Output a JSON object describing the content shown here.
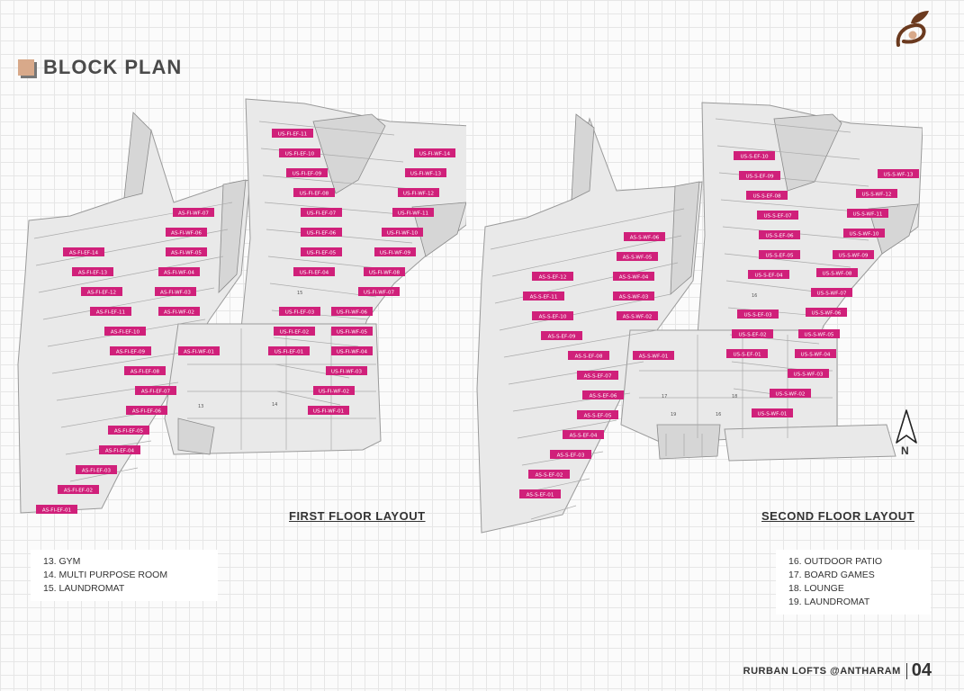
{
  "header": {
    "title": "BLOCK PLAN"
  },
  "first_floor": {
    "caption": "FIRST FLOOR LAYOUT",
    "legend": [
      "13.  GYM",
      "14.  MULTI PURPOSE ROOM",
      "15. LAUNDROMAT"
    ],
    "rooms": [
      "AS-FI-EF-14",
      "AS-FI-EF-13",
      "AS-FI-EF-12",
      "AS-FI-EF-11",
      "AS-FI-EF-10",
      "AS-FI-EF-09",
      "AS-FI-EF-08",
      "AS-FI-EF-07",
      "AS-FI-EF-06",
      "AS-FI-EF-05",
      "AS-FI-EF-04",
      "AS-FI-EF-03",
      "AS-FI-EF-02",
      "AS-FI-EF-01",
      "AS-FI-WF-07",
      "AS-FI-WF-06",
      "AS-FI-WF-05",
      "AS-FI-WF-04",
      "AS-FI-WF-03",
      "AS-FI-WF-02",
      "AS-FI-WF-01",
      "US-FI-EF-11",
      "US-FI-EF-10",
      "US-FI-EF-09",
      "US-FI-EF-08",
      "US-FI-EF-07",
      "US-FI-EF-06",
      "US-FI-EF-05",
      "US-FI-EF-04",
      "US-FI-EF-03",
      "US-FI-EF-02",
      "US-FI-EF-01",
      "US-FI-WF-14",
      "US-FI-WF-13",
      "US-FI-WF-12",
      "US-FI-WF-11",
      "US-FI-WF-10",
      "US-FI-WF-09",
      "US-FI-WF-08",
      "US-FI-WF-07",
      "US-FI-WF-06",
      "US-FI-WF-05",
      "US-FI-WF-04",
      "US-FI-WF-03",
      "US-FI-WF-02",
      "US-FI-WF-01"
    ],
    "area_numbers": [
      "15",
      "13",
      "14"
    ]
  },
  "second_floor": {
    "caption": "SECOND  FLOOR LAYOUT",
    "legend": [
      "16.  OUTDOOR PATIO",
      "17.  BOARD GAMES",
      "18.  LOUNGE",
      "19.  LAUNDROMAT"
    ],
    "rooms": [
      "AS-S-EF-12",
      "AS-S-EF-11",
      "AS-S-EF-10",
      "AS-S-EF-09",
      "AS-S-EF-08",
      "AS-S-EF-07",
      "AS-S-EF-06",
      "AS-S-EF-05",
      "AS-S-EF-04",
      "AS-S-EF-03",
      "AS-S-EF-02",
      "AS-S-EF-01",
      "AS-S-WF-06",
      "AS-S-WF-05",
      "AS-S-WF-04",
      "AS-S-WF-03",
      "AS-S-WF-02",
      "AS-S-WF-01",
      "US-S-EF-10",
      "US-S-EF-09",
      "US-S-EF-08",
      "US-S-EF-07",
      "US-S-EF-06",
      "US-S-EF-05",
      "US-S-EF-04",
      "US-S-EF-03",
      "US-S-EF-02",
      "US-S-EF-01",
      "US-S-WF-13",
      "US-S-WF-12",
      "US-S-WF-11",
      "US-S-WF-10",
      "US-S-WF-09",
      "US-S-WF-08",
      "US-S-WF-07",
      "US-S-WF-06",
      "US-S-WF-05",
      "US-S-WF-04",
      "US-S-WF-03",
      "US-S-WF-02",
      "US-S-WF-01"
    ],
    "area_numbers": [
      "16",
      "17",
      "18",
      "19",
      "16"
    ]
  },
  "footer": {
    "text": "RURBAN LOFTS @ANTHARAM",
    "page": "04"
  },
  "north_label": "N",
  "colors": {
    "room_label": "#d0207a",
    "accent_square": "#d8a98a",
    "logo": "#6b3a1f"
  }
}
